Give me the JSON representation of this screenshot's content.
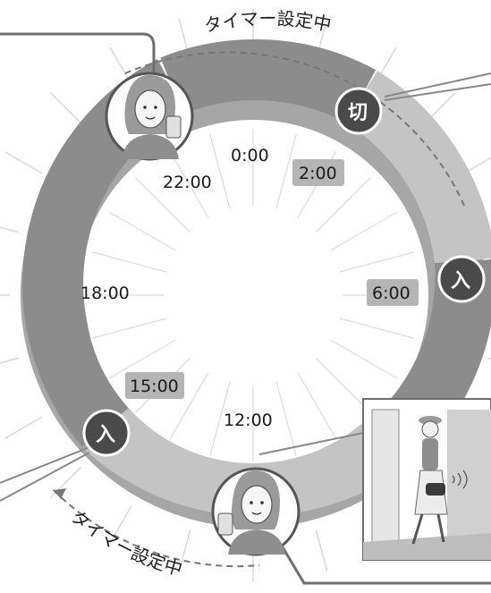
{
  "timer_arc_labels": {
    "top": "タイマー設定中",
    "bottom": "タイマー設定中"
  },
  "hour_labels": [
    {
      "text": "0:00",
      "highlighted": false
    },
    {
      "text": "2:00",
      "highlighted": true
    },
    {
      "text": "22:00",
      "highlighted": false
    },
    {
      "text": "18:00",
      "highlighted": false
    },
    {
      "text": "6:00",
      "highlighted": true
    },
    {
      "text": "15:00",
      "highlighted": true
    },
    {
      "text": "12:00",
      "highlighted": false
    }
  ],
  "badges": {
    "off": "切",
    "on_right": "入",
    "on_left": "入"
  },
  "colors": {
    "ring_dark": "#8c8c8c",
    "ring_light": "#c2c2c2",
    "ring_shadow": "#a6a6a6",
    "badge_fill": "#4a4a4a",
    "highlight_box": "#b5b5b5",
    "callout_line": "#6e6e6e"
  },
  "illustrations": {
    "top_portrait": "woman-holding-phone-portrait",
    "bottom_portrait": "woman-holding-phone-portrait",
    "door_scene": "woman-leaving-through-door-scene"
  }
}
